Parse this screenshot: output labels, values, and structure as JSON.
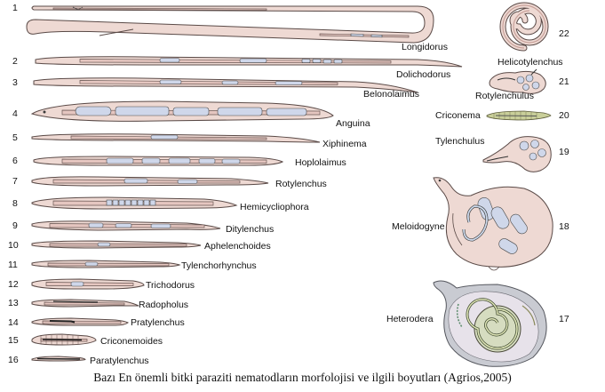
{
  "caption": "Bazı En önemli bitki paraziti nematodların morfolojisi ve ilgili boyutları (Agrios,2005)",
  "nematodes": [
    {
      "number": "1",
      "name": "Longidorus"
    },
    {
      "number": "2",
      "name": "Dolichodorus"
    },
    {
      "number": "3",
      "name": "Belonolaimus"
    },
    {
      "number": "4",
      "name": "Anguina"
    },
    {
      "number": "5",
      "name": "Xiphinema"
    },
    {
      "number": "6",
      "name": "Hoplolaimus"
    },
    {
      "number": "7",
      "name": "Rotylenchus"
    },
    {
      "number": "8",
      "name": "Hemicycliophora"
    },
    {
      "number": "9",
      "name": "Ditylenchus"
    },
    {
      "number": "10",
      "name": "Aphelenchoides"
    },
    {
      "number": "11",
      "name": "Tylenchorhynchus"
    },
    {
      "number": "12",
      "name": "Trichodorus"
    },
    {
      "number": "13",
      "name": "Radopholus"
    },
    {
      "number": "14",
      "name": "Pratylenchus"
    },
    {
      "number": "15",
      "name": "Criconemoides"
    },
    {
      "number": "16",
      "name": "Paratylenchus"
    },
    {
      "number": "17",
      "name": "Heterodera"
    },
    {
      "number": "18",
      "name": "Meloidogyne"
    },
    {
      "number": "19",
      "name": "Tylenchulus"
    },
    {
      "number": "20",
      "name": "Criconema"
    },
    {
      "number": "21",
      "name": "Rotylenchulus"
    },
    {
      "number": "22",
      "name": "Helicotylenchus"
    }
  ],
  "colors": {
    "body": "#eed9d3",
    "outline": "#5a4a47",
    "organs": "#cfd7ea",
    "criconema": "#c9cf9a"
  }
}
